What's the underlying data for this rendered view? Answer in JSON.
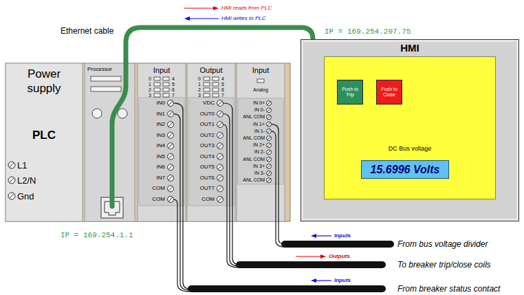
{
  "diagram": {
    "nodes": [
      {
        "text": [
          "Power supply",
          "PLC",
          "L1",
          "L2/N",
          "Gnd"
        ]
      },
      {
        "text": [
          "Processor"
        ]
      },
      {
        "text": [
          "Input",
          "0",
          "1",
          "2",
          "3",
          "4",
          "5",
          "6",
          "7",
          "IN0",
          "IN1",
          "IN2",
          "IN3",
          "IN4",
          "IN5",
          "IN6",
          "IN7",
          "COM",
          "COM"
        ]
      },
      {
        "text": [
          "Output",
          "0",
          "1",
          "2",
          "3",
          "4",
          "5",
          "6",
          "7",
          "VDC",
          "OUT0",
          "OUT1",
          "OUT2",
          "OUT3",
          "OUT4",
          "OUT5",
          "OUT6",
          "OUT7",
          "COM"
        ]
      },
      {
        "text": [
          "Input",
          "Analog",
          "IN 0+",
          "IN 0-",
          "ANL COM",
          "IN 1+",
          "IN 1-",
          "ANL COM",
          "IN 2+",
          "IN 2-",
          "ANL COM",
          "IN 3+",
          "IN 3-",
          "ANL COM"
        ]
      },
      {
        "text": [
          "HMI"
        ]
      },
      {
        "text": [
          "DC Bus voltage"
        ],
        "in": 5
      },
      {
        "text": [
          "Push to Trip"
        ],
        "in": 6
      },
      {
        "text": [
          "Push to Close"
        ],
        "in": 6
      },
      {
        "text": [
          "15.6996 Volts"
        ],
        "in": 6
      }
    ],
    "edges": [
      {
        "from": 1,
        "to": 5,
        "arrow": "none"
      }
    ],
    "labels": [
      "Ethernet cable",
      "HMI reads from PLC",
      "HMI writes to PLC",
      "IP = 169.254.207.75",
      "IP = 169.254.1.1",
      "Inputs",
      "From bus voltage divider",
      "Outputs",
      "To breaker trip/close coils",
      "Inputs",
      "From breaker status contact"
    ]
  }
}
